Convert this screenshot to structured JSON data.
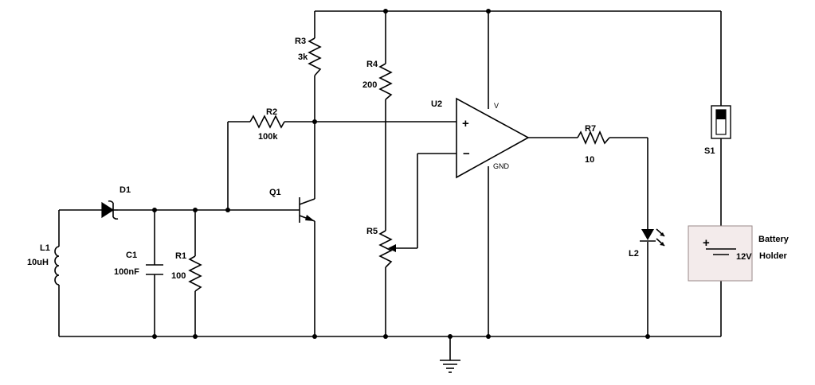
{
  "components": {
    "l1": {
      "ref": "L1",
      "value": "10uH"
    },
    "d1": {
      "ref": "D1"
    },
    "c1": {
      "ref": "C1",
      "value": "100nF"
    },
    "r1": {
      "ref": "R1",
      "value": "100"
    },
    "r2": {
      "ref": "R2",
      "value": "100k"
    },
    "r3": {
      "ref": "R3",
      "value": "3k"
    },
    "r4": {
      "ref": "R4",
      "value": "200"
    },
    "r5": {
      "ref": "R5"
    },
    "q1": {
      "ref": "Q1"
    },
    "u2": {
      "ref": "U2",
      "v_pin": "V",
      "gnd_pin": "GND",
      "plus": "+",
      "minus": "−"
    },
    "r7": {
      "ref": "R7",
      "value": "10"
    },
    "l2": {
      "ref": "L2"
    },
    "s1": {
      "ref": "S1"
    },
    "battery": {
      "value": "12V",
      "label_line1": "Battery",
      "label_line2": "Holder",
      "plus": "+"
    }
  },
  "colors": {
    "battery_fill": "#f3ebeb",
    "battery_border": "#9a8a8a"
  }
}
